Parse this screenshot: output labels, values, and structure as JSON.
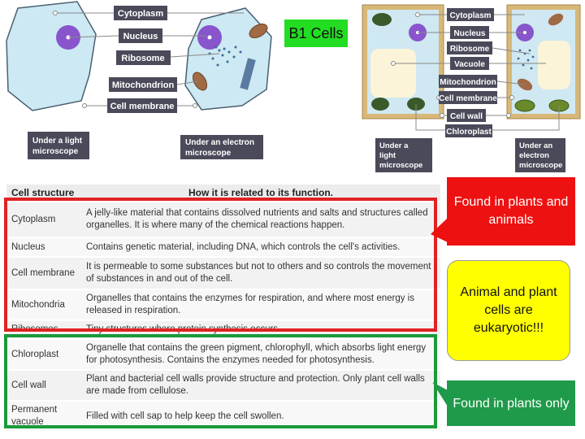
{
  "title": "B1 Cells",
  "animal_diagram": {
    "labels": [
      "Cytoplasm",
      "Nucleus",
      "Ribosome",
      "Mitochondrion",
      "Cell membrane"
    ],
    "caption_light": [
      "Under a light",
      "microscope"
    ],
    "caption_electron": [
      "Under an electron",
      "microscope"
    ]
  },
  "plant_diagram": {
    "labels": [
      "Cytoplasm",
      "Nucleus",
      "Ribosome",
      "Vacuole",
      "Mitochondrion",
      "Cell membrane",
      "Cell wall",
      "Chloroplast"
    ],
    "caption_light": [
      "Under a",
      "light",
      "microscope"
    ],
    "caption_electron": [
      "Under an",
      "electron",
      "microscope"
    ]
  },
  "table": {
    "headers": [
      "Cell structure",
      "How it is related to its function."
    ],
    "rows": [
      [
        "Cytoplasm",
        "A jelly-like material that contains dissolved nutrients and salts and structures called organelles. It is where many of the chemical reactions happen."
      ],
      [
        "Nucleus",
        "Contains genetic material, including DNA, which controls the cell's activities."
      ],
      [
        "Cell membrane",
        "It is permeable to some substances but not to others and so controls the movement of substances in and out of the cell."
      ],
      [
        "Mitochondria",
        "Organelles that contains the enzymes for respiration, and where most energy is released in respiration."
      ],
      [
        "Ribosomes",
        "Tiny structures where protein synthesis occurs."
      ],
      [
        "Chloroplast",
        "Organelle that contains the green pigment, chlorophyll, which absorbs light energy for photosynthesis. Contains the enzymes needed for photosynthesis."
      ],
      [
        "Cell wall",
        "Plant and bacterial cell walls provide structure and protection. Only plant cell walls are made from cellulose."
      ],
      [
        "Permanent vacuole",
        "Filled with cell sap to help keep the cell swollen."
      ]
    ]
  },
  "callouts": {
    "red": "Found in plants and animals",
    "yellow": "Animal and plant cells are eukaryotic!!!",
    "green": "Found in plants only"
  },
  "colors": {
    "red": "#ee1111",
    "yellow": "#ffff00",
    "green": "#1f9a4a",
    "title_bg": "#22dd22",
    "label_bg": "#4a4a5a",
    "cell_fill": "#cfe8f2",
    "nucleus": "#8855cc"
  }
}
